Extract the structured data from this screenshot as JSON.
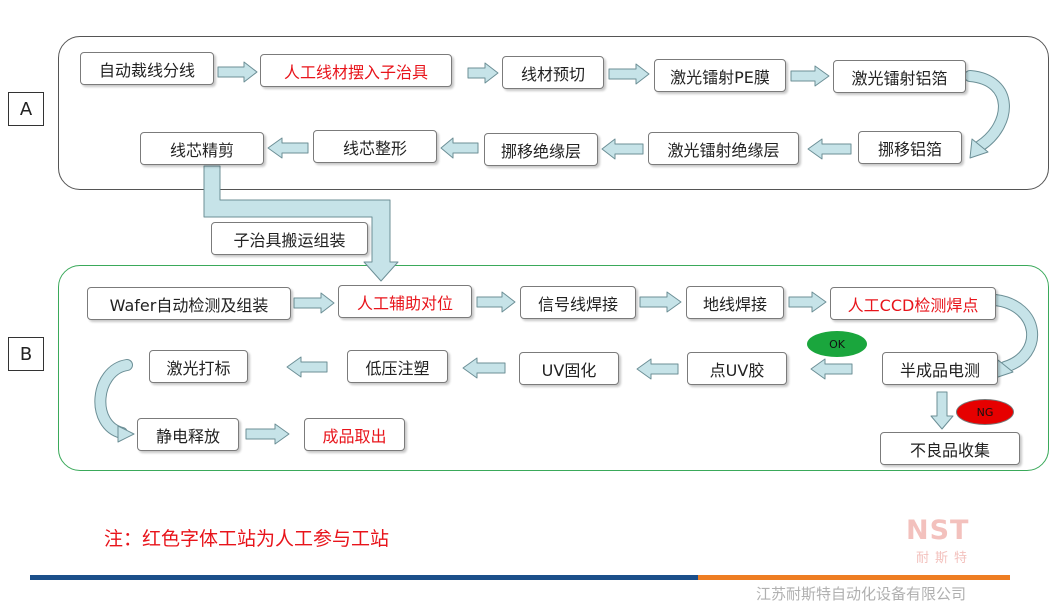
{
  "sections": {
    "a": "A",
    "b": "B"
  },
  "process_a": {
    "auto_wire_split": "自动裁线分线",
    "manual_wire_to_jig": "人工线材摆入子治具",
    "wire_precut": "线材预切",
    "laser_pe_film": "激光镭射PE膜",
    "laser_foil": "激光镭射铝箔",
    "move_foil": "挪移铝箔",
    "laser_insulation": "激光镭射绝缘层",
    "move_insulation": "挪移绝缘层",
    "core_shaping": "线芯整形",
    "core_trim": "线芯精剪"
  },
  "transfer": {
    "label": "子治具搬运组装"
  },
  "process_b": {
    "wafer_inspect_assemble": "Wafer自动检测及组装",
    "manual_alignment": "人工辅助对位",
    "signal_wire_weld": "信号线焊接",
    "ground_wire_weld": "地线焊接",
    "manual_ccd_inspect": "人工CCD检测焊点",
    "semi_product_test": "半成品电测",
    "defect_collect": "不良品收集",
    "dispense_uv": "点UV胶",
    "uv_cure": "UV固化",
    "low_pressure_molding": "低压注塑",
    "laser_marking": "激光打标",
    "esd_release": "静电释放",
    "product_unload": "成品取出"
  },
  "badges": {
    "ok": "OK",
    "ng": "NG"
  },
  "note": "注：红色字体工站为人工参与工站",
  "logo": {
    "main": "NST",
    "sub": "耐斯特"
  },
  "footer": "江苏耐斯特自动化设备有限公司",
  "colors": {
    "manual_station": "#e8141b",
    "arrow_fill": "#c6e3e8",
    "group_b_border": "#3aa95a",
    "ok": "#1aa63d",
    "ng": "#e60000"
  }
}
